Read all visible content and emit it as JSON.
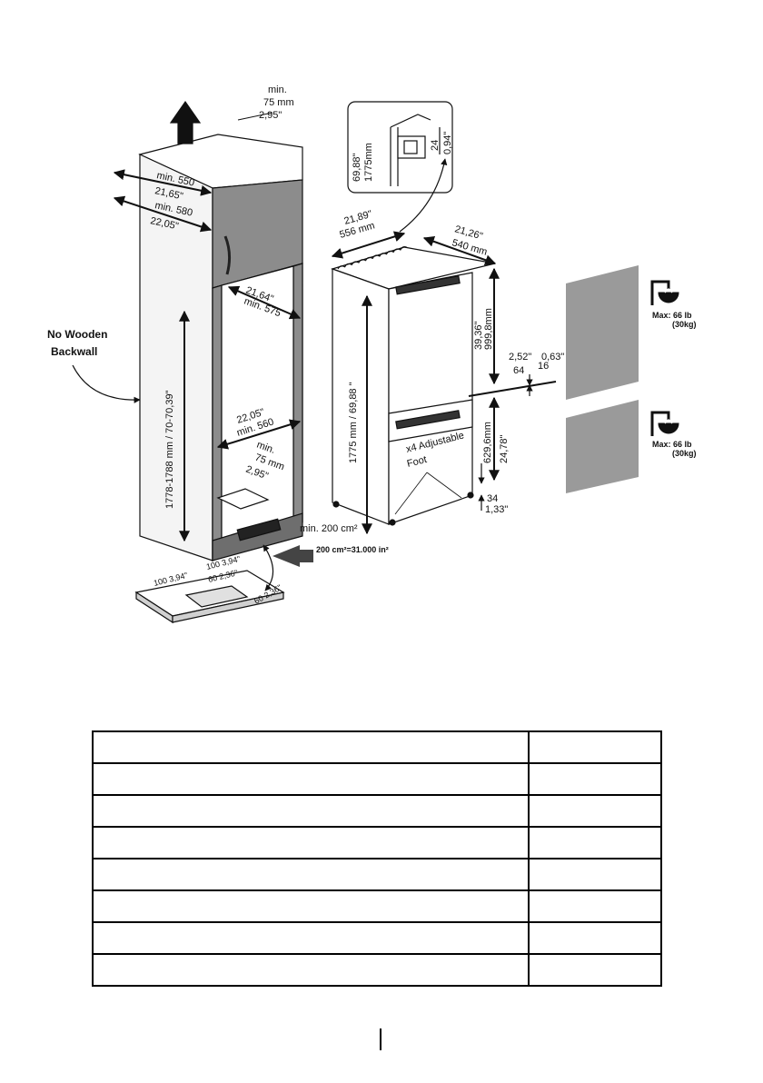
{
  "diagram": {
    "cabinet": {
      "top_clearance": [
        "min.",
        "75 mm",
        "2,95\""
      ],
      "depth_min_550": [
        "min. 550",
        "21,65\""
      ],
      "depth_min_580": [
        "min. 580",
        "22,05\""
      ],
      "inner_depth": [
        "21,64\"",
        "min. 575"
      ],
      "inner_width": [
        "22,05\"",
        "min. 560"
      ],
      "bottom_gap": [
        "min.",
        "75 mm",
        "2,95\""
      ],
      "height": "1778-1788 mm / 70-70,39\"",
      "backwall_note": [
        "No Wooden",
        "Backwall"
      ],
      "vent_area": "min. 200 cm²",
      "vent_formula": "200 cm²=31.000 in²",
      "base_dims": [
        "100 3,94\"",
        "100 3,94\"",
        "60 2,36\"",
        "60 2,36\""
      ]
    },
    "appliance": {
      "detail_height": [
        "69,88\"",
        "1775mm"
      ],
      "detail_small": [
        "24",
        "0,94\""
      ],
      "width": [
        "21,89\"",
        "556 mm"
      ],
      "depth": [
        "21,26\"",
        "540 mm"
      ],
      "upper_door": [
        "39,36\"",
        "999,8mm"
      ],
      "gap": [
        "2,52\"",
        "64",
        "0,63\"",
        "16"
      ],
      "height": "1775 mm / 69,88 \"",
      "lower_door": [
        "629,6mm",
        "24,78\""
      ],
      "foot_note": [
        "x4 Adjustable",
        "Foot"
      ],
      "bottom": [
        "34",
        "1,33\""
      ]
    },
    "panels": {
      "max_load": "Max: 66 lb",
      "max_load_kg": "(30kg)"
    }
  },
  "colors": {
    "panel": "#9a9a9a",
    "door": "#8c8c8c",
    "line": "#111111",
    "cabinet_fill": "#f4f4f4"
  }
}
